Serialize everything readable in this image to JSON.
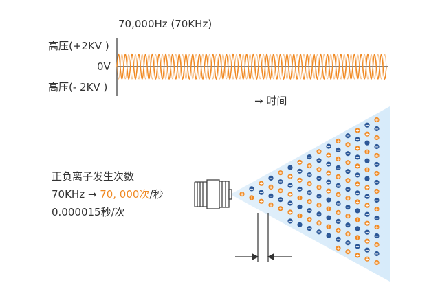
{
  "waveform": {
    "frequency_title": "70,000Hz (70KHz)",
    "label_positive": "高压(+2KV )",
    "label_zero": "0V",
    "label_negative": "高压(- 2KV )",
    "time_label": "→ 时间",
    "cycles_shown": 40,
    "wave_color": "#f08a24"
  },
  "info": {
    "title": "正负离子发生次数",
    "rate_prefix": "70KHz → ",
    "rate_value": "70, 000次",
    "rate_suffix": "/秒",
    "period": "0.000015秒/次"
  },
  "ion_cone": {
    "positive_ion_color": "#f08a24",
    "negative_ion_color": "#2b5797",
    "cone_color": "#cfe6f8",
    "positive_symbol": "+",
    "negative_symbol": "−"
  }
}
